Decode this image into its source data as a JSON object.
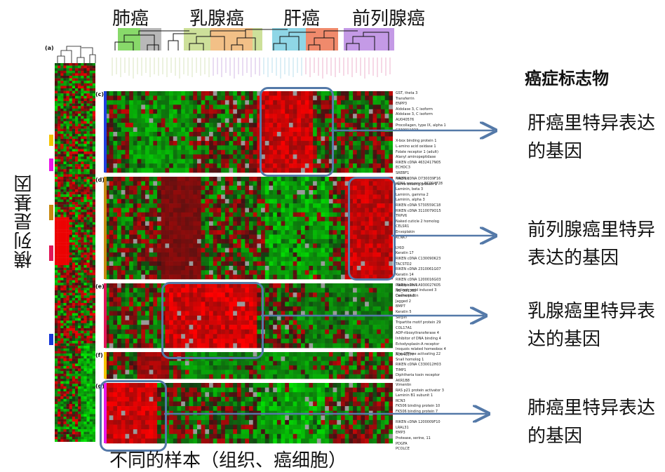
{
  "titles": {
    "lung": "肺癌",
    "breast": "乳腺癌",
    "liver": "肝癌",
    "prostate": "前列腺癌"
  },
  "side_label": "横列是基因",
  "bottom_label": "不同的样本（组织、癌细胞）",
  "marker_title": "癌症标志物",
  "descriptions": {
    "liver": "肝癌里特异表达的基因",
    "prostate": "前列腺癌里特异表达的基因",
    "breast": "乳腺癌里特异表达的基因",
    "lung": "肺癌里特异表达的基因"
  },
  "panel_tags": {
    "a": "(a)",
    "c": "(c)",
    "d": "(d)",
    "e": "(e)",
    "f": "(f)",
    "g": "(g)"
  },
  "colors": {
    "high": "#e01818",
    "low": "#22d622",
    "box": "#5479a8",
    "lung_bar": "#88d96a",
    "breast_bar": "#cde09a",
    "liver_bar": "#8fd6e6",
    "liver2_bar": "#f08a6c",
    "prostate_bar": "#c49ae6"
  },
  "gene_lists": {
    "c": [
      "GST, theta 3",
      "Transferrin",
      "ENPP3",
      "Aldolase 3, C isoform",
      "Aldolase 3, C isoform",
      "AU040576",
      "Procollagen, type IX, alpha 1",
      "C330011023",
      "",
      "X-box binding protein 1",
      "L-amino acid oxidase 1",
      "Folate receptor 1 (adult)",
      "Alanyl aminopeptidase",
      "RIKEN cDNA 4632417N05",
      "ECHDC3",
      "SREBF1",
      "RIKEN cDNA D730039F16",
      "cDNA sequence BC004728"
    ],
    "d": [
      "NALP10",
      "Heme binding protein 2",
      "Laminin, beta 3",
      "Laminin, gamma 2",
      "Laminin, alpha 3",
      "RIKEN cDNA 5730559C18",
      "RIKEN cDNA 3110079O15",
      "TRPV6",
      "Naked cuticle 2 homolog",
      "CELSR1",
      "Envoplakin",
      "KCNK7",
      "",
      "LY6D",
      "Keratin 17",
      "RIKEN cDNA C130090K23",
      "TACSTD2",
      "RIKEN cDNA 2310061G07",
      "Keratin 14",
      "RIKEN cDNA 1200016G03",
      "Plakophilin 1",
      "Retinoic acid induced 3",
      "Desmoplakin"
    ],
    "e": [
      "RIKEN cDNA A930027K05",
      "NG_001368",
      "Cadherin 3",
      "Jagged 2",
      "BMP7",
      "Keratin 5",
      "Serpin",
      "Tripartite motif protein 29",
      "COL17A1",
      "ADP-ribosyltransferase 4",
      "Inhibitor of DNA binding 4",
      "Ectodysplasin-A receptor",
      "Iroquois related homeobox 4",
      "AU040377"
    ],
    "f": [
      "Rho GTPase activating 22",
      "Snail homolog 1",
      "RIKEN cDNA C330012H03",
      "TIMP1",
      "Diphtheria toxin receptor",
      "AKR1B8"
    ],
    "g": [
      "Vimentin",
      "RAS p21 protein activator 3",
      "Laminin B1 subunit 1",
      "RCN3",
      "FK506 binding protein 10",
      "FK506 binding protein 7",
      "",
      "RIKEN cDNA 1200009F10",
      "LRAL31",
      "EMP3",
      "Protease, serine, 11",
      "PDGFA",
      "PCOLCE"
    ]
  }
}
